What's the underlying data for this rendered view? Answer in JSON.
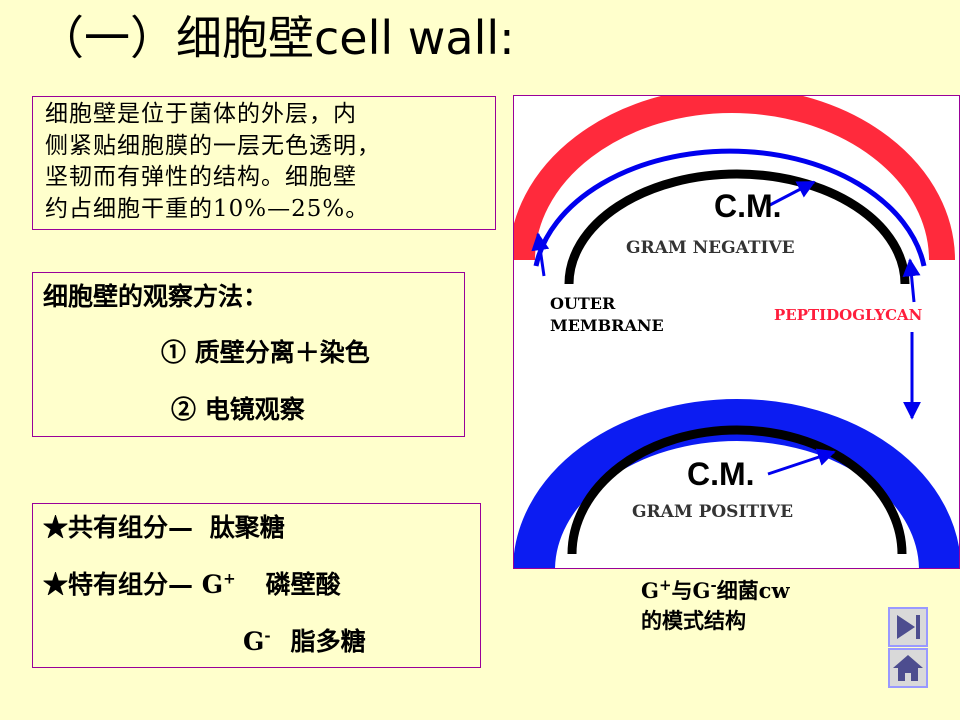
{
  "slide": {
    "title": "（一）细胞壁cell wall:",
    "definition": {
      "lines": [
        "细胞壁是位于菌体的外层，内",
        "侧紧贴细胞膜的一层无色透明，",
        "坚韧而有弹性的结构。细胞壁",
        "约占细胞干重的10%—25%。"
      ]
    },
    "methods": {
      "heading": "细胞壁的观察方法：",
      "item1": "① 质壁分离＋染色",
      "item2": "② 电镜观察"
    },
    "components": {
      "common_label": "★共有组分— ",
      "common_value": "肽聚糖",
      "specific_label": "★特有组分— G",
      "gpos_sup": "+",
      "gpos_value": "磷壁酸",
      "gneg_prefix": "G",
      "gneg_sup": "-",
      "gneg_value": "脂多糖"
    },
    "diagram": {
      "cm_top": "C.M.",
      "gram_negative": "GRAM NEGATIVE",
      "outer_membrane_1": "OUTER",
      "outer_membrane_2": "MEMBRANE",
      "peptidoglycan": "PEPTIDOGLYCAN",
      "cm_bottom": "C.M.",
      "gram_positive": "GRAM POSITIVE",
      "colors": {
        "peptidoglycan": "#ff2a3c",
        "membrane_blue": "#0000ee",
        "positive_wall": "#0c1cf2",
        "cell_membrane": "#000000",
        "peptidoglycan_label": "#ff1e3c"
      }
    },
    "caption": {
      "line1_a": "G",
      "line1_sup1": "+",
      "line1_b": "与G",
      "line1_sup2": "-",
      "line1_c": "细菌cw",
      "line2": "的模式结构"
    },
    "nav": {
      "next_icon": "next-slide-icon",
      "home_icon": "home-icon"
    }
  }
}
